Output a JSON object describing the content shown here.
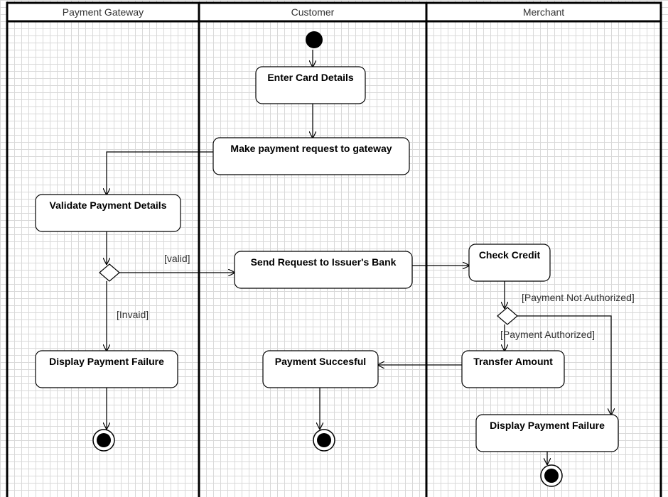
{
  "lanes": [
    "Payment Gateway",
    "Customer",
    "Merchant"
  ],
  "nodes": {
    "enter_card": "Enter Card Details",
    "make_request": "Make payment request to gateway",
    "validate": "Validate Payment Details",
    "send_request": "Send Request to Issuer's Bank",
    "check_credit": "Check Credit",
    "display_failure_gateway": "Display Payment Failure",
    "payment_success": "Payment Succesful",
    "transfer_amount": "Transfer Amount",
    "display_failure_merchant": "Display Payment Failure"
  },
  "guards": {
    "valid": "[valid]",
    "invalid": "[Invaid]",
    "not_authorized": "[Payment Not Authorized]",
    "authorized": "[Payment Authorized]"
  }
}
